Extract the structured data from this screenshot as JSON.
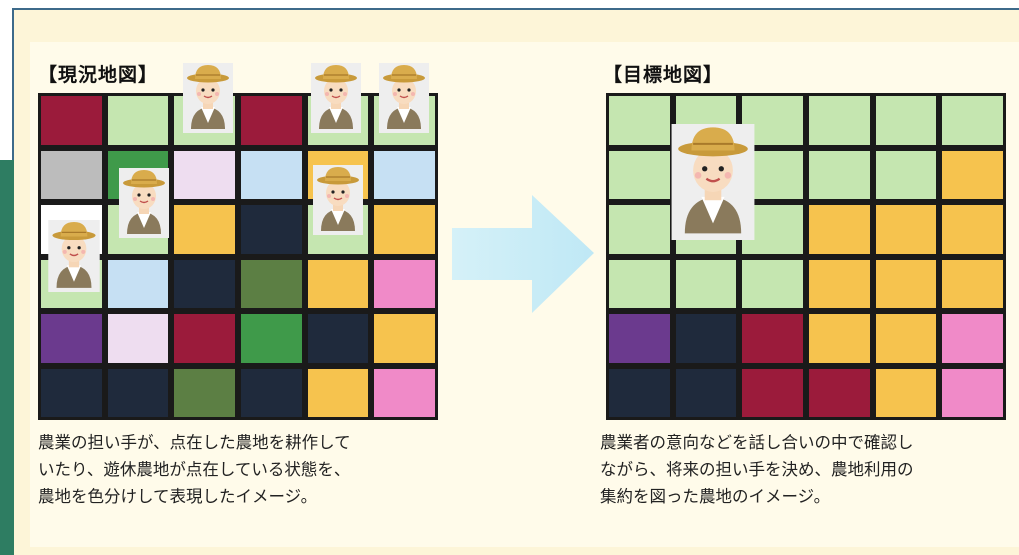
{
  "left": {
    "title": "【現況地図】",
    "caption": [
      "農業の担い手が、点在した農地を耕作して",
      "いたり、遊休農地が点在している状態を、",
      "農地を色分けして表現したイメージ。"
    ],
    "rows": [
      [
        "maroon",
        "lightgreen",
        "lightgreen",
        "maroon",
        "lightgreen",
        "lightgreen"
      ],
      [
        "gray",
        "green",
        "pink",
        "lightblue",
        "orange",
        "lightblue"
      ],
      [
        "white",
        "lightgreen",
        "orange",
        "navy",
        "lightgreen",
        "orange"
      ],
      [
        "lightgreen",
        "lightblue",
        "navy",
        "darkgreen",
        "orange",
        "magenta"
      ],
      [
        "purple",
        "pink",
        "maroon",
        "green",
        "navy",
        "orange"
      ],
      [
        "navy",
        "navy",
        "darkgreen",
        "navy",
        "orange",
        "magenta"
      ]
    ],
    "farmer_icons": [
      "farmer-icon",
      "farmer-icon",
      "farmer-icon",
      "farmer-icon",
      "farmer-icon",
      "farmer-icon",
      "farmer-icon"
    ]
  },
  "right": {
    "title": "【目標地図】",
    "caption": [
      "農業者の意向などを話し合いの中で確認し",
      "ながら、将来の担い手を決め、農地利用の",
      "集約を図った農地のイメージ。"
    ],
    "rows": [
      [
        "lightgreen",
        "lightgreen",
        "lightgreen",
        "lightgreen",
        "lightgreen",
        "lightgreen"
      ],
      [
        "lightgreen",
        "lightgreen",
        "lightgreen",
        "lightgreen",
        "lightgreen",
        "orange"
      ],
      [
        "lightgreen",
        "lightgreen",
        "lightgreen",
        "orange",
        "orange",
        "orange"
      ],
      [
        "lightgreen",
        "lightgreen",
        "lightgreen",
        "orange",
        "orange",
        "orange"
      ],
      [
        "purple",
        "navy",
        "maroon",
        "orange",
        "orange",
        "magenta"
      ],
      [
        "navy",
        "navy",
        "maroon",
        "maroon",
        "orange",
        "magenta"
      ]
    ],
    "farmer_icons": [
      "farmer-icon"
    ]
  },
  "arrow_icon": "right-arrow-icon",
  "colors": {
    "maroon": "#9b1b3b",
    "lightgreen": "#c5e6b0",
    "gray": "#bcbcbc",
    "green": "#3f9a4a",
    "pink": "#eeddf0",
    "lightblue": "#c6e0f3",
    "orange": "#f6c34e",
    "navy": "#1f2a3c",
    "white": "#ffffff",
    "darkgreen": "#5c7f44",
    "magenta": "#f08ac8",
    "purple": "#6b3a8e"
  }
}
